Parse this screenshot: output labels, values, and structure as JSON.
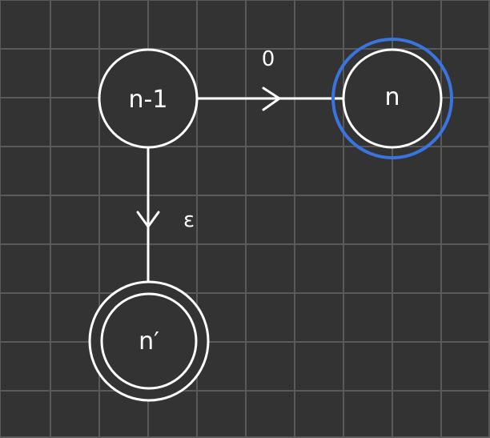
{
  "colors": {
    "background": "#333333",
    "grid": "#5a5a5a",
    "stroke": "#ffffff",
    "highlight": "#3a74e0"
  },
  "states": {
    "prev": {
      "label": "n-1"
    },
    "current": {
      "label": "n",
      "highlighted": true
    },
    "alt": {
      "label": "n′"
    }
  },
  "transitions": {
    "prev_to_current": {
      "from": "n-1",
      "to": "n",
      "label": "0"
    },
    "prev_to_alt": {
      "from": "n-1",
      "to": "n′",
      "label": "ε"
    }
  }
}
